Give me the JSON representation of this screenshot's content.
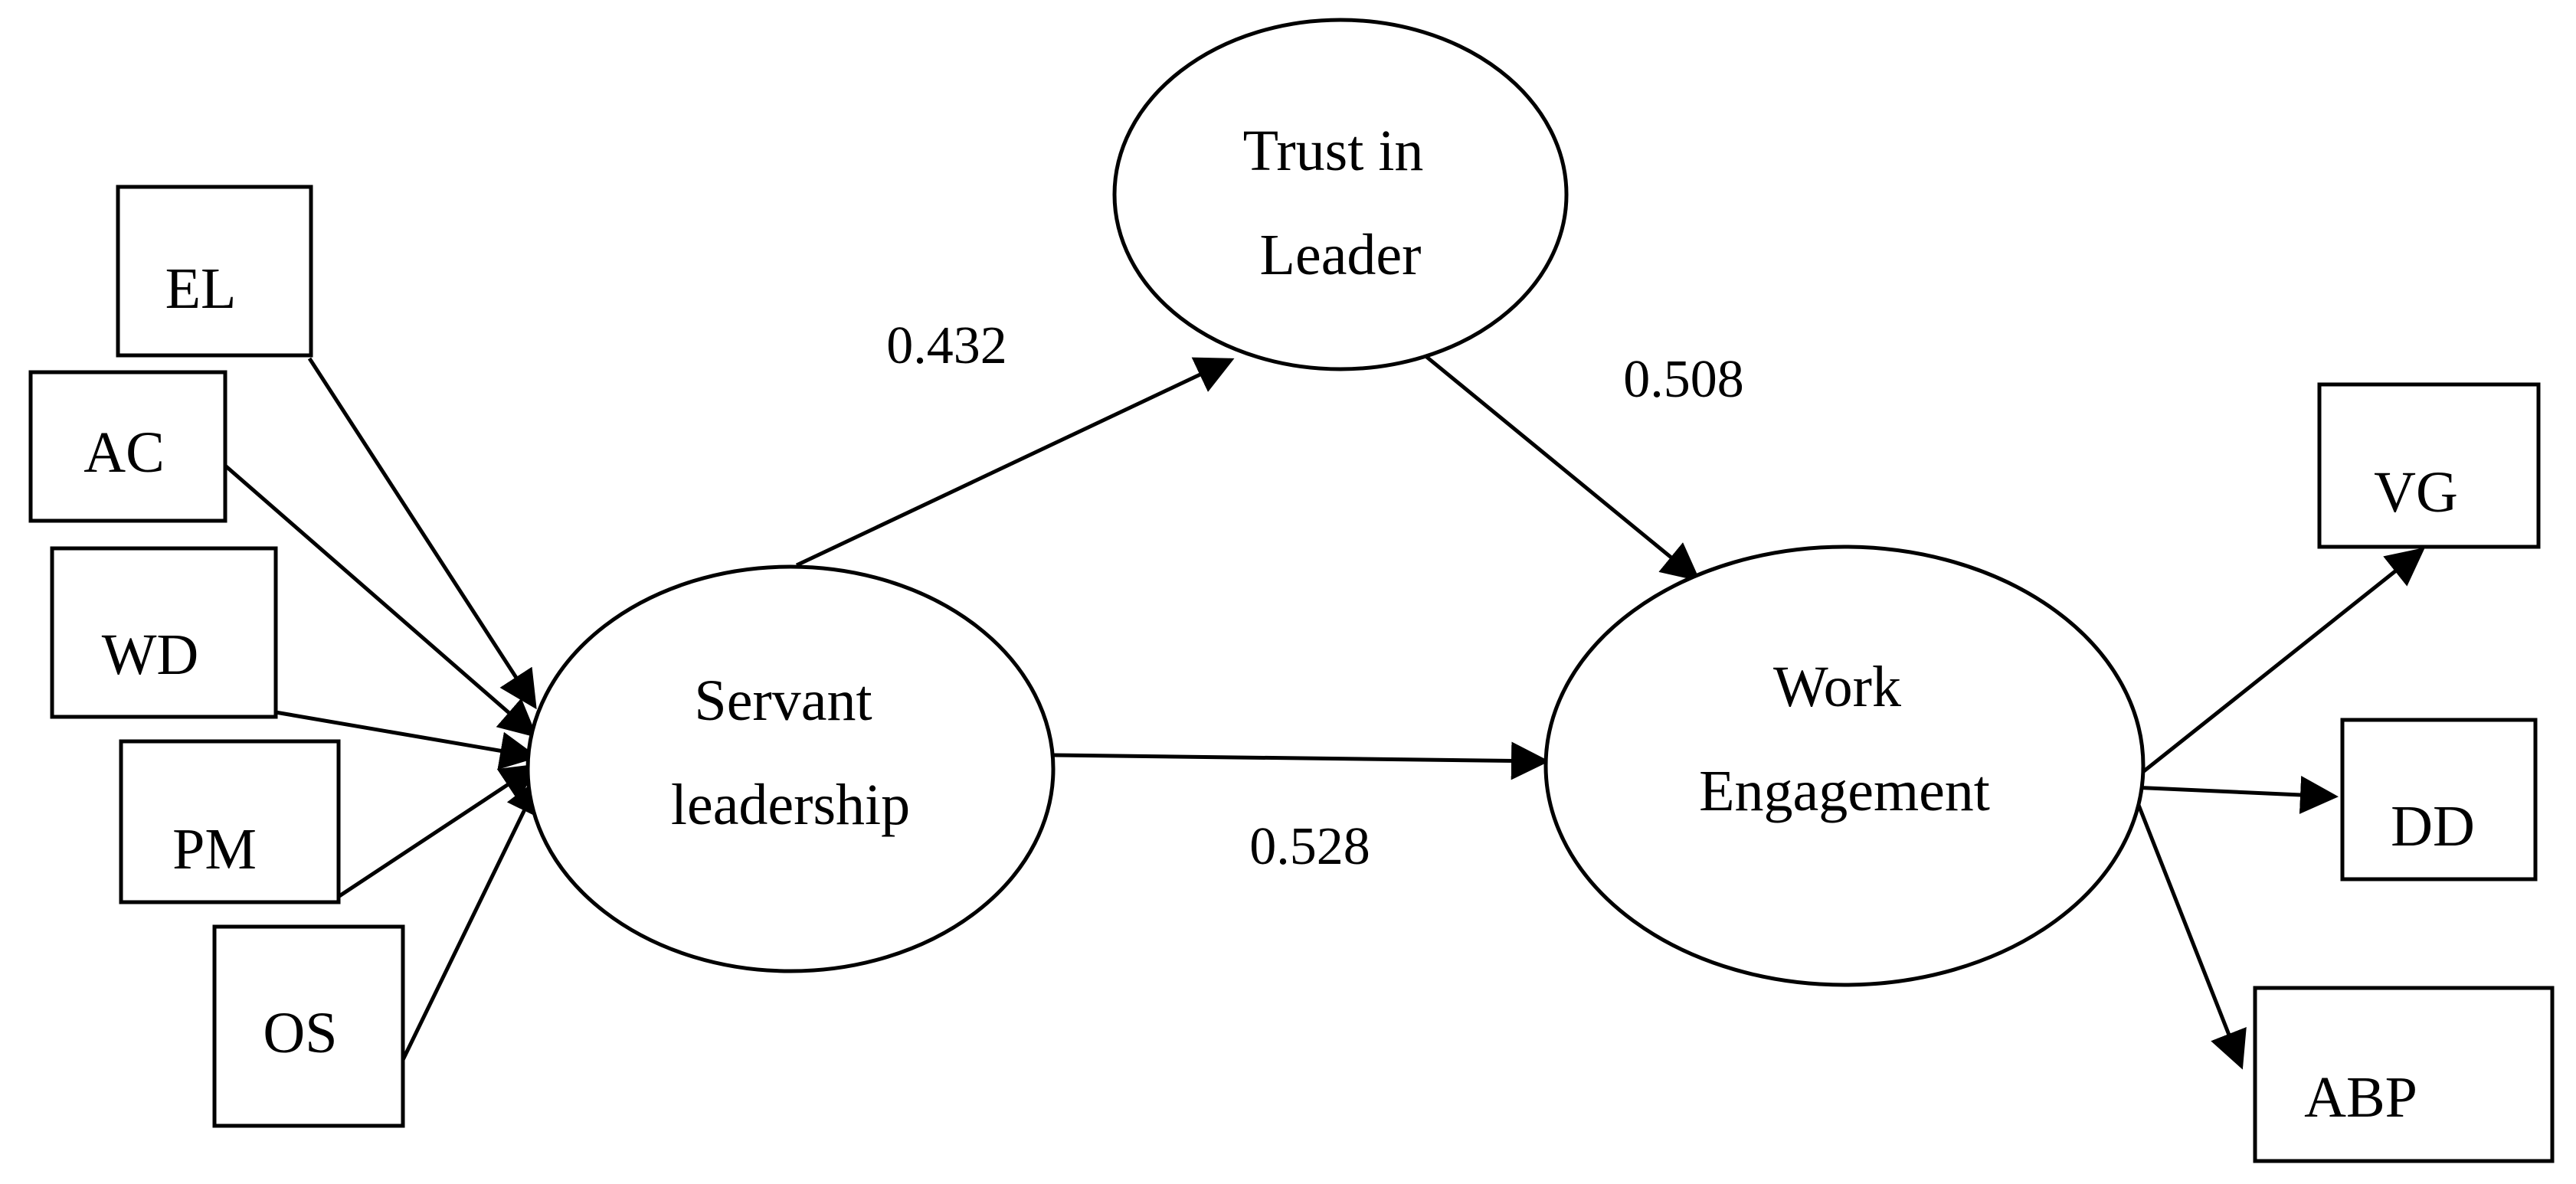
{
  "diagram": {
    "constructs": {
      "servant_leadership": [
        "Servant",
        "leadership"
      ],
      "trust_in_leader": [
        "Trust in",
        "Leader"
      ],
      "work_engagement": [
        "Work",
        "Engagement"
      ]
    },
    "sl_indicators": [
      "EL",
      "AC",
      "WD",
      "PM",
      "OS"
    ],
    "we_indicators": [
      "VG",
      "DD",
      "ABP"
    ],
    "path_coefficients": {
      "servant_to_trust": "0.432",
      "trust_to_engagement": "0.508",
      "servant_to_engagement": "0.528"
    },
    "colors": {
      "stroke": "#000000",
      "fill": "#ffffff"
    }
  }
}
